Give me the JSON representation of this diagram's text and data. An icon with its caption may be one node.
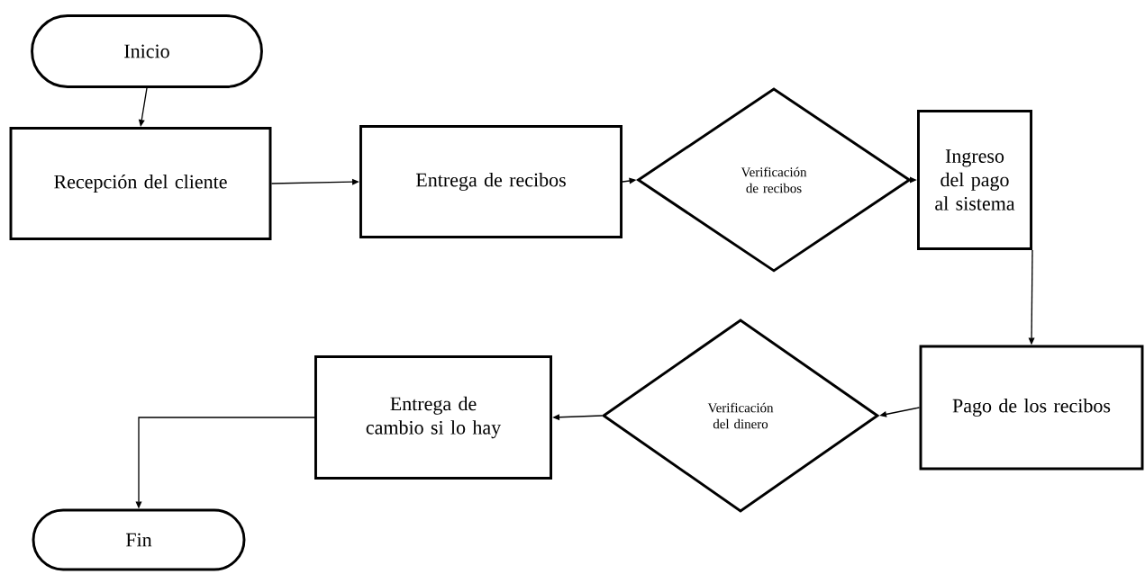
{
  "diagram": {
    "nodes": [
      {
        "text": [
          "Inicio"
        ]
      },
      {
        "text": [
          "Recepción del cliente"
        ]
      },
      {
        "text": [
          "Entrega de recibos"
        ]
      },
      {
        "text": [
          "Verificación de recibos"
        ]
      },
      {
        "text": [
          "Ingreso del pago al sistema"
        ]
      },
      {
        "text": [
          "Pago de los recibos"
        ]
      },
      {
        "text": [
          "Verificación del dinero"
        ]
      },
      {
        "text": [
          "Entrega de cambio si lo hay"
        ]
      },
      {
        "text": [
          "Fin"
        ]
      }
    ],
    "edges": [
      {
        "from": 0,
        "to": 1,
        "arrow": "to"
      },
      {
        "from": 1,
        "to": 2,
        "arrow": "to"
      },
      {
        "from": 2,
        "to": 3,
        "arrow": "to"
      },
      {
        "from": 3,
        "to": 4,
        "arrow": "to"
      },
      {
        "from": 4,
        "to": 5,
        "arrow": "to"
      },
      {
        "from": 5,
        "to": 6,
        "arrow": "to"
      },
      {
        "from": 6,
        "to": 7,
        "arrow": "to"
      },
      {
        "from": 7,
        "to": 8,
        "arrow": "to"
      }
    ]
  }
}
